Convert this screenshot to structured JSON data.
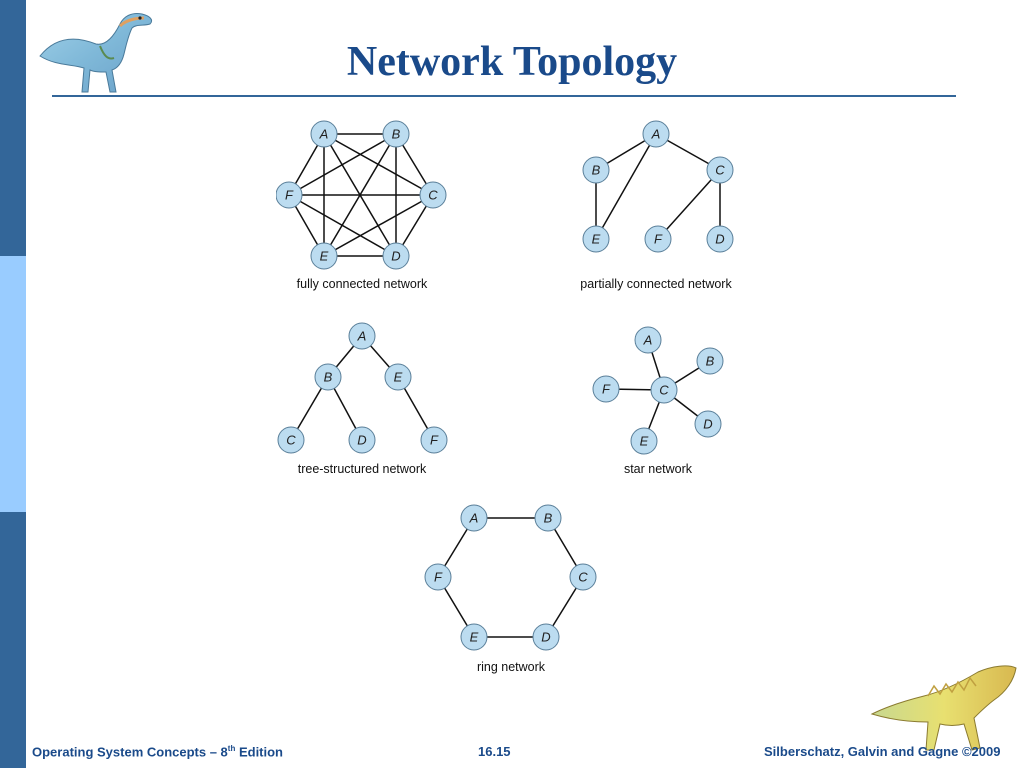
{
  "title": "Network Topology",
  "footer": {
    "book": "Operating System Concepts – 8",
    "book_sup": "th",
    "book_suffix": " Edition",
    "page": "16.15",
    "copyright": "Silberschatz, Galvin and Gagne ©2009"
  },
  "colors": {
    "title": "#1a4a8a",
    "sidebar_dark": "#336699",
    "sidebar_light": "#99ccff",
    "node_fill": "#bcdcf0"
  },
  "diagrams": [
    {
      "id": "fully",
      "caption": "fully connected network",
      "nodes": [
        "A",
        "B",
        "C",
        "D",
        "E",
        "F"
      ],
      "edges": [
        [
          "A",
          "B"
        ],
        [
          "A",
          "C"
        ],
        [
          "A",
          "D"
        ],
        [
          "A",
          "E"
        ],
        [
          "A",
          "F"
        ],
        [
          "B",
          "C"
        ],
        [
          "B",
          "D"
        ],
        [
          "B",
          "E"
        ],
        [
          "B",
          "F"
        ],
        [
          "C",
          "D"
        ],
        [
          "C",
          "E"
        ],
        [
          "C",
          "F"
        ],
        [
          "D",
          "E"
        ],
        [
          "D",
          "F"
        ],
        [
          "E",
          "F"
        ]
      ]
    },
    {
      "id": "partial",
      "caption": "partially connected network",
      "nodes": [
        "A",
        "B",
        "C",
        "D",
        "E",
        "F"
      ],
      "edges": [
        [
          "A",
          "B"
        ],
        [
          "A",
          "C"
        ],
        [
          "A",
          "E"
        ],
        [
          "B",
          "E"
        ],
        [
          "C",
          "F"
        ],
        [
          "C",
          "D"
        ]
      ]
    },
    {
      "id": "tree",
      "caption": "tree-structured network",
      "nodes": [
        "A",
        "B",
        "E",
        "C",
        "D",
        "F"
      ],
      "edges": [
        [
          "A",
          "B"
        ],
        [
          "A",
          "E"
        ],
        [
          "B",
          "C"
        ],
        [
          "B",
          "D"
        ],
        [
          "E",
          "F"
        ]
      ]
    },
    {
      "id": "star",
      "caption": "star network",
      "nodes": [
        "A",
        "B",
        "C",
        "D",
        "E",
        "F"
      ],
      "edges": [
        [
          "C",
          "A"
        ],
        [
          "C",
          "B"
        ],
        [
          "C",
          "D"
        ],
        [
          "C",
          "E"
        ],
        [
          "C",
          "F"
        ]
      ]
    },
    {
      "id": "ring",
      "caption": "ring network",
      "nodes": [
        "A",
        "B",
        "C",
        "D",
        "E",
        "F"
      ],
      "edges": [
        [
          "A",
          "B"
        ],
        [
          "B",
          "C"
        ],
        [
          "C",
          "D"
        ],
        [
          "D",
          "E"
        ],
        [
          "E",
          "F"
        ],
        [
          "F",
          "A"
        ]
      ]
    }
  ]
}
